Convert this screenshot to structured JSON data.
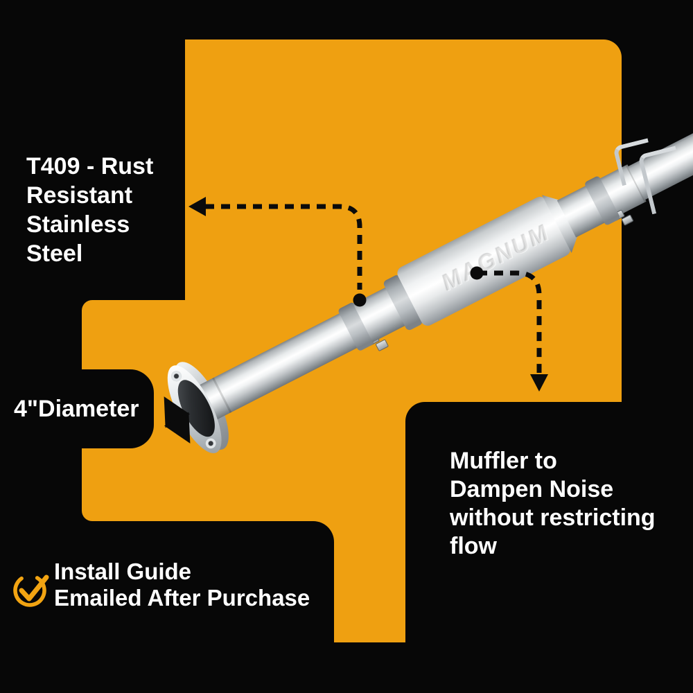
{
  "colors": {
    "background": "#070707",
    "accent_orange": "#EFA011",
    "text_white": "#FFFFFF",
    "arrow_black": "#0B0B0B"
  },
  "callouts": {
    "material": {
      "lines": [
        "T409 - Rust",
        "Resistant",
        "Stainless",
        "Steel"
      ]
    },
    "diameter": {
      "label": "4\"Diameter"
    },
    "muffler": {
      "lines": [
        "Muffler to",
        "Dampen Noise",
        "without restricting",
        "flow"
      ]
    },
    "install": {
      "lines": [
        "Install Guide",
        "Emailed After Purchase"
      ]
    }
  },
  "product": {
    "embossed_logo": "MAGNUM"
  },
  "icons": {
    "check_circle": {
      "name": "check-circle-icon",
      "color": "#F2A412"
    }
  }
}
